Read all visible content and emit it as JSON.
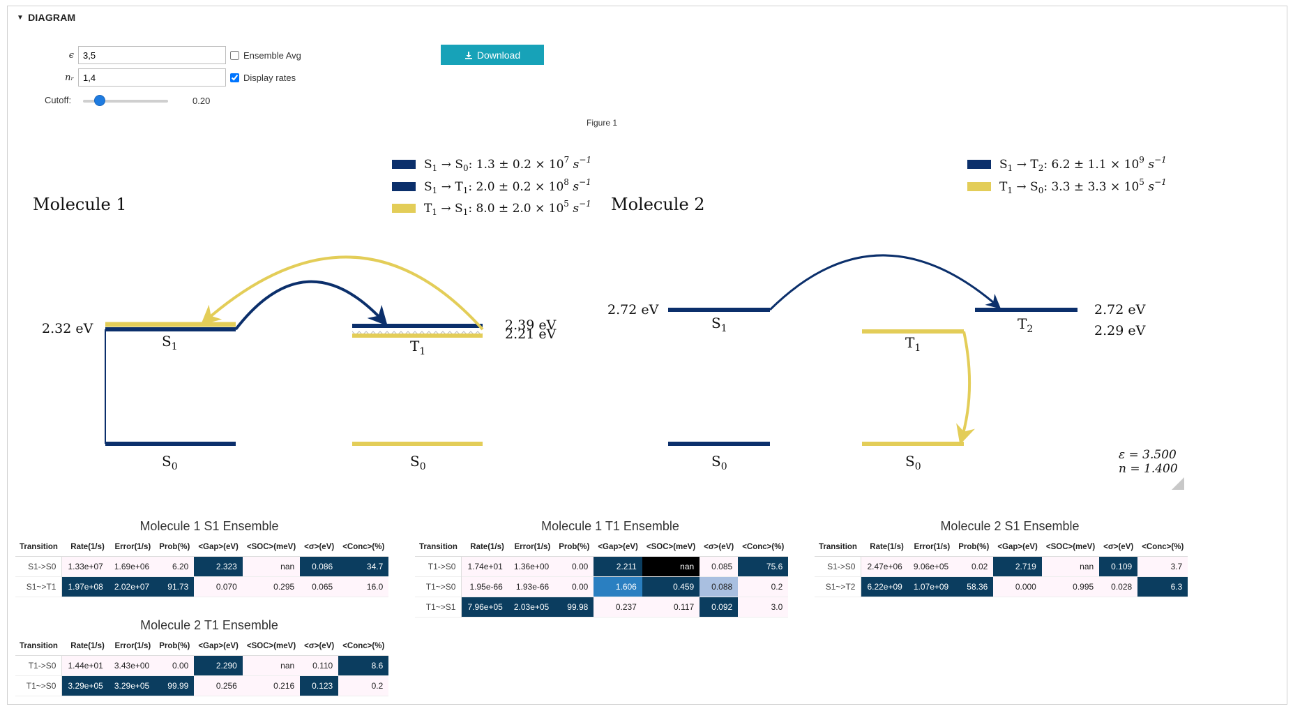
{
  "section": {
    "title": "DIAGRAM"
  },
  "controls": {
    "epsilon_symbol": "ϵ",
    "epsilon_value": "3,5",
    "nr_symbol": "nᵣ",
    "nr_value": "1,4",
    "ensemble_avg_label": "Ensemble Avg",
    "ensemble_avg_checked": false,
    "display_rates_label": "Display rates",
    "display_rates_checked": true,
    "cutoff_label": "Cutoff:",
    "cutoff_value": "0.20",
    "cutoff_fraction": 0.2,
    "download_label": "Download"
  },
  "figure": {
    "caption": "Figure 1",
    "molecule1": {
      "title": "Molecule 1",
      "legend": [
        {
          "from": "S",
          "from_sub": "1",
          "to": "S",
          "to_sub": "0",
          "text": ": 1.3 ± 0.2 × 10",
          "exp": "7",
          "unit": " s",
          "unit_exp": "−1",
          "color": "#0b2f6b"
        },
        {
          "from": "S",
          "from_sub": "1",
          "to": "T",
          "to_sub": "1",
          "text": ": 2.0 ± 0.2 × 10",
          "exp": "8",
          "unit": " s",
          "unit_exp": "−1",
          "color": "#0b2f6b"
        },
        {
          "from": "T",
          "from_sub": "1",
          "to": "S",
          "to_sub": "1",
          "text": ": 8.0 ± 2.0 × 10",
          "exp": "5",
          "unit": " s",
          "unit_exp": "−1",
          "color": "#e3cd58"
        }
      ],
      "levels": {
        "s1_energy": "2.32 eV",
        "t1_energy_a": "2.39 eV",
        "t1_energy_b": "2.21 eV",
        "s1_label": "S",
        "s1_sub": "1",
        "t1_label": "T",
        "t1_sub": "1",
        "s0_label_left": "S",
        "s0_sub_left": "0",
        "s0_label_right": "S",
        "s0_sub_right": "0"
      }
    },
    "molecule2": {
      "title": "Molecule 2",
      "legend": [
        {
          "from": "S",
          "from_sub": "1",
          "to": "T",
          "to_sub": "2",
          "text": ": 6.2 ± 1.1 × 10",
          "exp": "9",
          "unit": " s",
          "unit_exp": "−1",
          "color": "#0b2f6b"
        },
        {
          "from": "T",
          "from_sub": "1",
          "to": "S",
          "to_sub": "0",
          "text": ": 3.3 ± 3.3 × 10",
          "exp": "5",
          "unit": " s",
          "unit_exp": "−1",
          "color": "#e3cd58"
        }
      ],
      "levels": {
        "s1_energy": "2.72 eV",
        "t2_energy": "2.72 eV",
        "t1_energy": "2.29 eV",
        "s1_label": "S",
        "s1_sub": "1",
        "t2_label": "T",
        "t2_sub": "2",
        "t1_label": "T",
        "t1_sub": "1",
        "s0_label_left": "S",
        "s0_sub_left": "0",
        "s0_label_right": "S",
        "s0_sub_right": "0"
      }
    },
    "params": {
      "epsilon_line": "ε = 3.500",
      "n_line": "n = 1.400"
    },
    "colors": {
      "singlet": "#0b2f6b",
      "triplet": "#e3cd58"
    }
  },
  "tables": {
    "headers": [
      "Transition",
      "Rate(1/s)",
      "Error(1/s)",
      "Prob(%)",
      "<Gap>(eV)",
      "<SOC>(meV)",
      "<σ>(eV)",
      "<Conc>(%)"
    ],
    "m1_s1": {
      "title": "Molecule 1 S1 Ensemble",
      "rows": [
        [
          "S1->S0",
          "1.33e+07",
          "1.69e+06",
          "6.20",
          "2.323",
          "nan",
          "0.086",
          "34.7"
        ],
        [
          "S1~>T1",
          "1.97e+08",
          "2.02e+07",
          "91.73",
          "0.070",
          "0.295",
          "0.065",
          "16.0"
        ]
      ],
      "styles": [
        [
          [
            "#fff5fb",
            "#222"
          ],
          [
            "#fff5fb",
            "#222"
          ],
          [
            "#fff5fb",
            "#222"
          ],
          [
            "#0b3d5f",
            "#fff"
          ],
          [
            "#fff5fb",
            "#222"
          ],
          [
            "#0b3d5f",
            "#fff"
          ],
          [
            "#0b3d5f",
            "#fff"
          ]
        ],
        [
          [
            "#0b3d5f",
            "#fff"
          ],
          [
            "#0b3d5f",
            "#fff"
          ],
          [
            "#0b3d5f",
            "#fff"
          ],
          [
            "#fff5fb",
            "#222"
          ],
          [
            "#fff5fb",
            "#222"
          ],
          [
            "#fff5fb",
            "#222"
          ],
          [
            "#fff5fb",
            "#222"
          ]
        ]
      ]
    },
    "m1_t1": {
      "title": "Molecule 1 T1 Ensemble",
      "rows": [
        [
          "T1->S0",
          "1.74e+01",
          "1.36e+00",
          "0.00",
          "2.211",
          "nan",
          "0.085",
          "75.6"
        ],
        [
          "T1~>S0",
          "1.95e-66",
          "1.93e-66",
          "0.00",
          "1.606",
          "0.459",
          "0.088",
          "0.2"
        ],
        [
          "T1~>S1",
          "7.96e+05",
          "2.03e+05",
          "99.98",
          "0.237",
          "0.117",
          "0.092",
          "3.0"
        ]
      ],
      "styles": [
        [
          [
            "#fff5fb",
            "#222"
          ],
          [
            "#fff5fb",
            "#222"
          ],
          [
            "#fff5fb",
            "#222"
          ],
          [
            "#0b3d5f",
            "#fff"
          ],
          [
            "#000000",
            "#fff"
          ],
          [
            "#fff5fb",
            "#222"
          ],
          [
            "#0b3d5f",
            "#fff"
          ]
        ],
        [
          [
            "#fff5fb",
            "#222"
          ],
          [
            "#fff5fb",
            "#222"
          ],
          [
            "#fff5fb",
            "#222"
          ],
          [
            "#2a7fc1",
            "#fff"
          ],
          [
            "#0b3d5f",
            "#fff"
          ],
          [
            "#a9bfe0",
            "#222"
          ],
          [
            "#fff5fb",
            "#222"
          ]
        ],
        [
          [
            "#0b3d5f",
            "#fff"
          ],
          [
            "#0b3d5f",
            "#fff"
          ],
          [
            "#0b3d5f",
            "#fff"
          ],
          [
            "#fff5fb",
            "#222"
          ],
          [
            "#fff5fb",
            "#222"
          ],
          [
            "#0b3d5f",
            "#fff"
          ],
          [
            "#fff5fb",
            "#222"
          ]
        ]
      ]
    },
    "m2_s1": {
      "title": "Molecule 2 S1 Ensemble",
      "rows": [
        [
          "S1->S0",
          "2.47e+06",
          "9.06e+05",
          "0.02",
          "2.719",
          "nan",
          "0.109",
          "3.7"
        ],
        [
          "S1~>T2",
          "6.22e+09",
          "1.07e+09",
          "58.36",
          "0.000",
          "0.995",
          "0.028",
          "6.3"
        ]
      ],
      "styles": [
        [
          [
            "#fff5fb",
            "#222"
          ],
          [
            "#fff5fb",
            "#222"
          ],
          [
            "#fff5fb",
            "#222"
          ],
          [
            "#0b3d5f",
            "#fff"
          ],
          [
            "#fff5fb",
            "#222"
          ],
          [
            "#0b3d5f",
            "#fff"
          ],
          [
            "#fff5fb",
            "#222"
          ]
        ],
        [
          [
            "#0b3d5f",
            "#fff"
          ],
          [
            "#0b3d5f",
            "#fff"
          ],
          [
            "#0b3d5f",
            "#fff"
          ],
          [
            "#fff5fb",
            "#222"
          ],
          [
            "#fff5fb",
            "#222"
          ],
          [
            "#fff5fb",
            "#222"
          ],
          [
            "#0b3d5f",
            "#fff"
          ]
        ]
      ]
    },
    "m2_t1": {
      "title": "Molecule 2 T1 Ensemble",
      "rows": [
        [
          "T1->S0",
          "1.44e+01",
          "3.43e+00",
          "0.00",
          "2.290",
          "nan",
          "0.110",
          "8.6"
        ],
        [
          "T1~>S0",
          "3.29e+05",
          "3.29e+05",
          "99.99",
          "0.256",
          "0.216",
          "0.123",
          "0.2"
        ]
      ],
      "styles": [
        [
          [
            "#fff5fb",
            "#222"
          ],
          [
            "#fff5fb",
            "#222"
          ],
          [
            "#fff5fb",
            "#222"
          ],
          [
            "#0b3d5f",
            "#fff"
          ],
          [
            "#fff5fb",
            "#222"
          ],
          [
            "#fff5fb",
            "#222"
          ],
          [
            "#0b3d5f",
            "#fff"
          ]
        ],
        [
          [
            "#0b3d5f",
            "#fff"
          ],
          [
            "#0b3d5f",
            "#fff"
          ],
          [
            "#0b3d5f",
            "#fff"
          ],
          [
            "#fff5fb",
            "#222"
          ],
          [
            "#fff5fb",
            "#222"
          ],
          [
            "#0b3d5f",
            "#fff"
          ],
          [
            "#fff5fb",
            "#222"
          ]
        ]
      ]
    }
  }
}
